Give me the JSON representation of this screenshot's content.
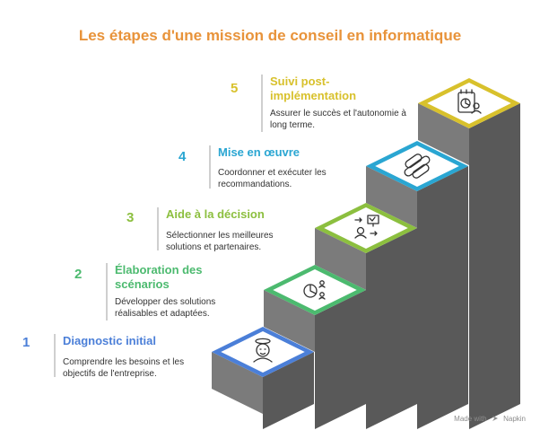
{
  "title": "Les étapes d'une mission de conseil en informatique",
  "colors": {
    "title": "#e8933a",
    "step1": "#4b7fd8",
    "step2": "#4cba6f",
    "step3": "#8cbf3f",
    "step4": "#2aa6d2",
    "step5": "#d8c12c",
    "stair_front": "#7b7b7b",
    "stair_side": "#595959",
    "tile_inner": "#ffffff"
  },
  "steps": [
    {
      "number": "1",
      "heading": "Diagnostic initial",
      "desc": "Comprendre les besoins et les objectifs de l'entreprise.",
      "icon": "consultant-person-icon"
    },
    {
      "number": "2",
      "heading": "Élaboration des scénarios",
      "desc": "Développer des solutions réalisables et adaptées.",
      "icon": "pie-chart-people-icon"
    },
    {
      "number": "3",
      "heading": "Aide à la décision",
      "desc": "Sélectionner les meilleures solutions et partenaires.",
      "icon": "presentation-decision-icon"
    },
    {
      "number": "4",
      "heading": "Mise en œuvre",
      "desc": "Coordonner et exécuter les recommandations.",
      "icon": "gear-chain-icon"
    },
    {
      "number": "5",
      "heading": "Suivi post-implémentation",
      "desc": "Assurer le succès et l'autonomie à long terme.",
      "icon": "report-analyst-icon"
    }
  ],
  "footer": {
    "made_with": "Made with",
    "brand": "Napkin",
    "logo_icon": "napkin-logo-icon"
  }
}
